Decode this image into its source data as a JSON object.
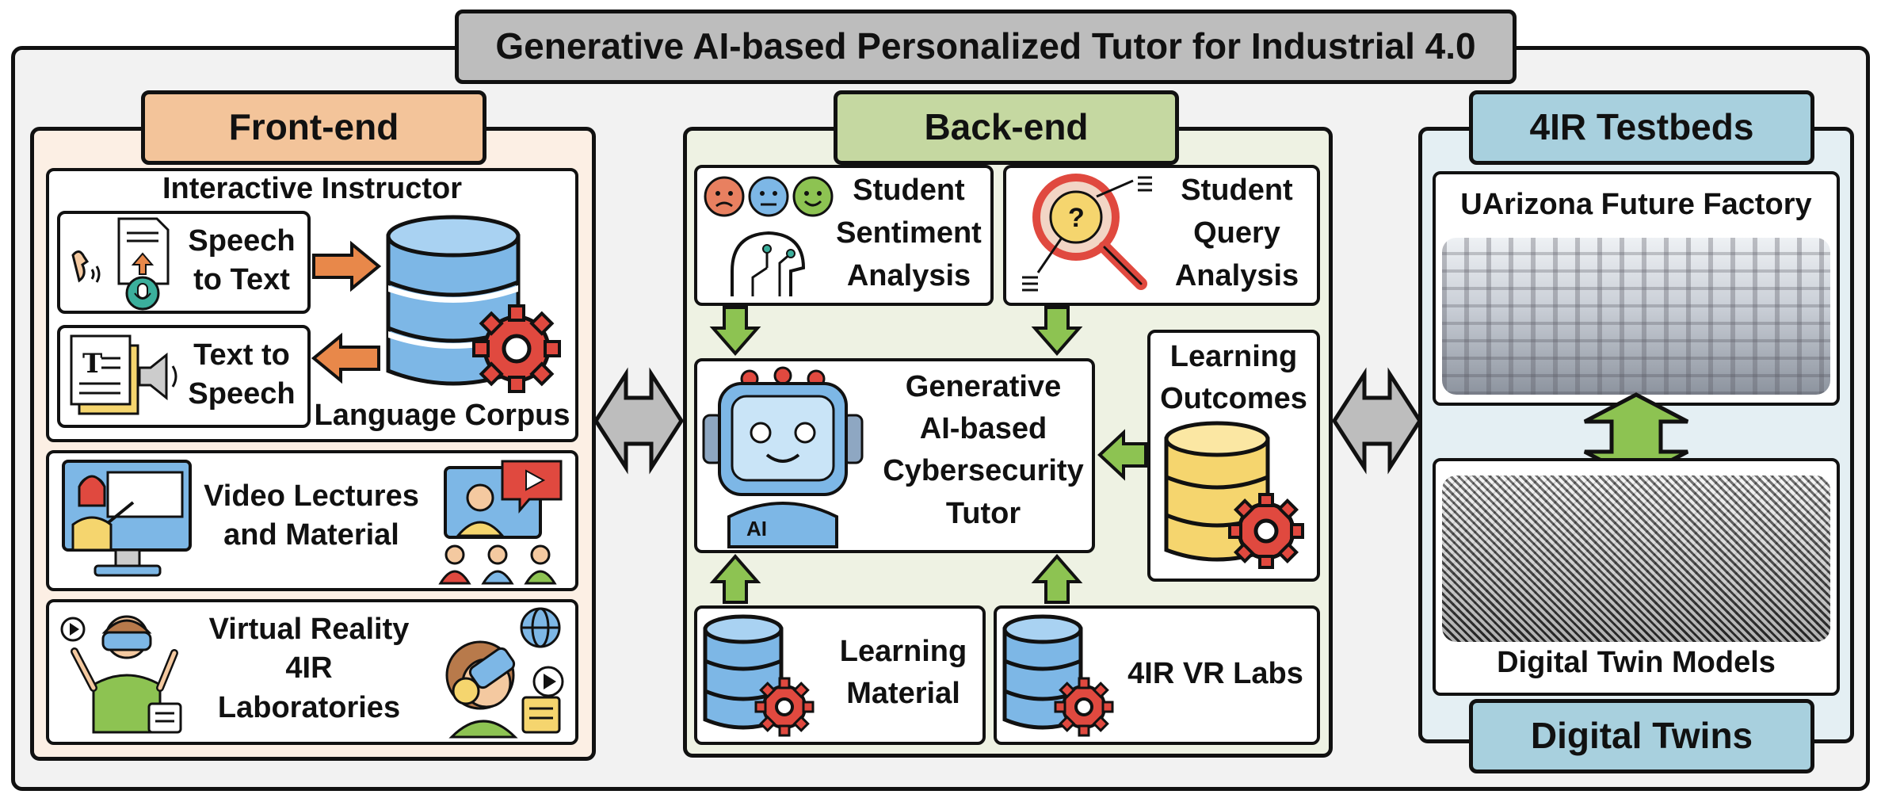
{
  "title": "Generative AI-based Personalized Tutor for Industrial 4.0",
  "frontend": {
    "label": "Front-end",
    "interactive_instructor": "Interactive Instructor",
    "speech_to_text": [
      "Speech",
      "to Text"
    ],
    "text_to_speech": [
      "Text to",
      "Speech"
    ],
    "language_corpus": "Language Corpus",
    "video": [
      "Video Lectures",
      "and Material"
    ],
    "vr": [
      "Virtual Reality",
      "4IR",
      "Laboratories"
    ]
  },
  "backend": {
    "label": "Back-end",
    "sentiment": [
      "Student",
      "Sentiment",
      "Analysis"
    ],
    "query": [
      "Student",
      "Query",
      "Analysis"
    ],
    "tutor": [
      "Generative",
      "AI-based",
      "Cybersecurity",
      "Tutor"
    ],
    "tutor_badge": "AI",
    "outcomes": [
      "Learning",
      "Outcomes"
    ],
    "material": [
      "Learning",
      "Material"
    ],
    "vrlabs": "4IR VR Labs"
  },
  "testbeds": {
    "label": "4IR Testbeds",
    "future_factory": "UArizona Future Factory",
    "twin_models": "Digital Twin Models",
    "digital_twins": "Digital Twins"
  },
  "colors": {
    "frontend_tab": "#F3C49A",
    "frontend_bg": "#FCEFE4",
    "backend_tab": "#C5D8A1",
    "backend_bg": "#EEF2E3",
    "testbed_tab": "#A8D0DE",
    "testbed_bg": "#E4EFF3",
    "title_bg": "#BDBDBD",
    "orange_arrow": "#E8884A",
    "green_arrow": "#8DC352",
    "grey_arrow": "#BDBDBD",
    "db_blue": "#7DB7E6",
    "db_yellow": "#F5D56E",
    "gear_red": "#E0493F"
  },
  "icons": [
    "speech-icon",
    "document-icon",
    "microphone-icon",
    "database-icon",
    "gear-icon",
    "speaker-icon",
    "teacher-icon",
    "video-icon",
    "audience-icon",
    "vr-user-icon",
    "globe-icon",
    "play-icon",
    "emoji-icon",
    "ai-head-icon",
    "magnifier-icon",
    "robot-icon"
  ]
}
